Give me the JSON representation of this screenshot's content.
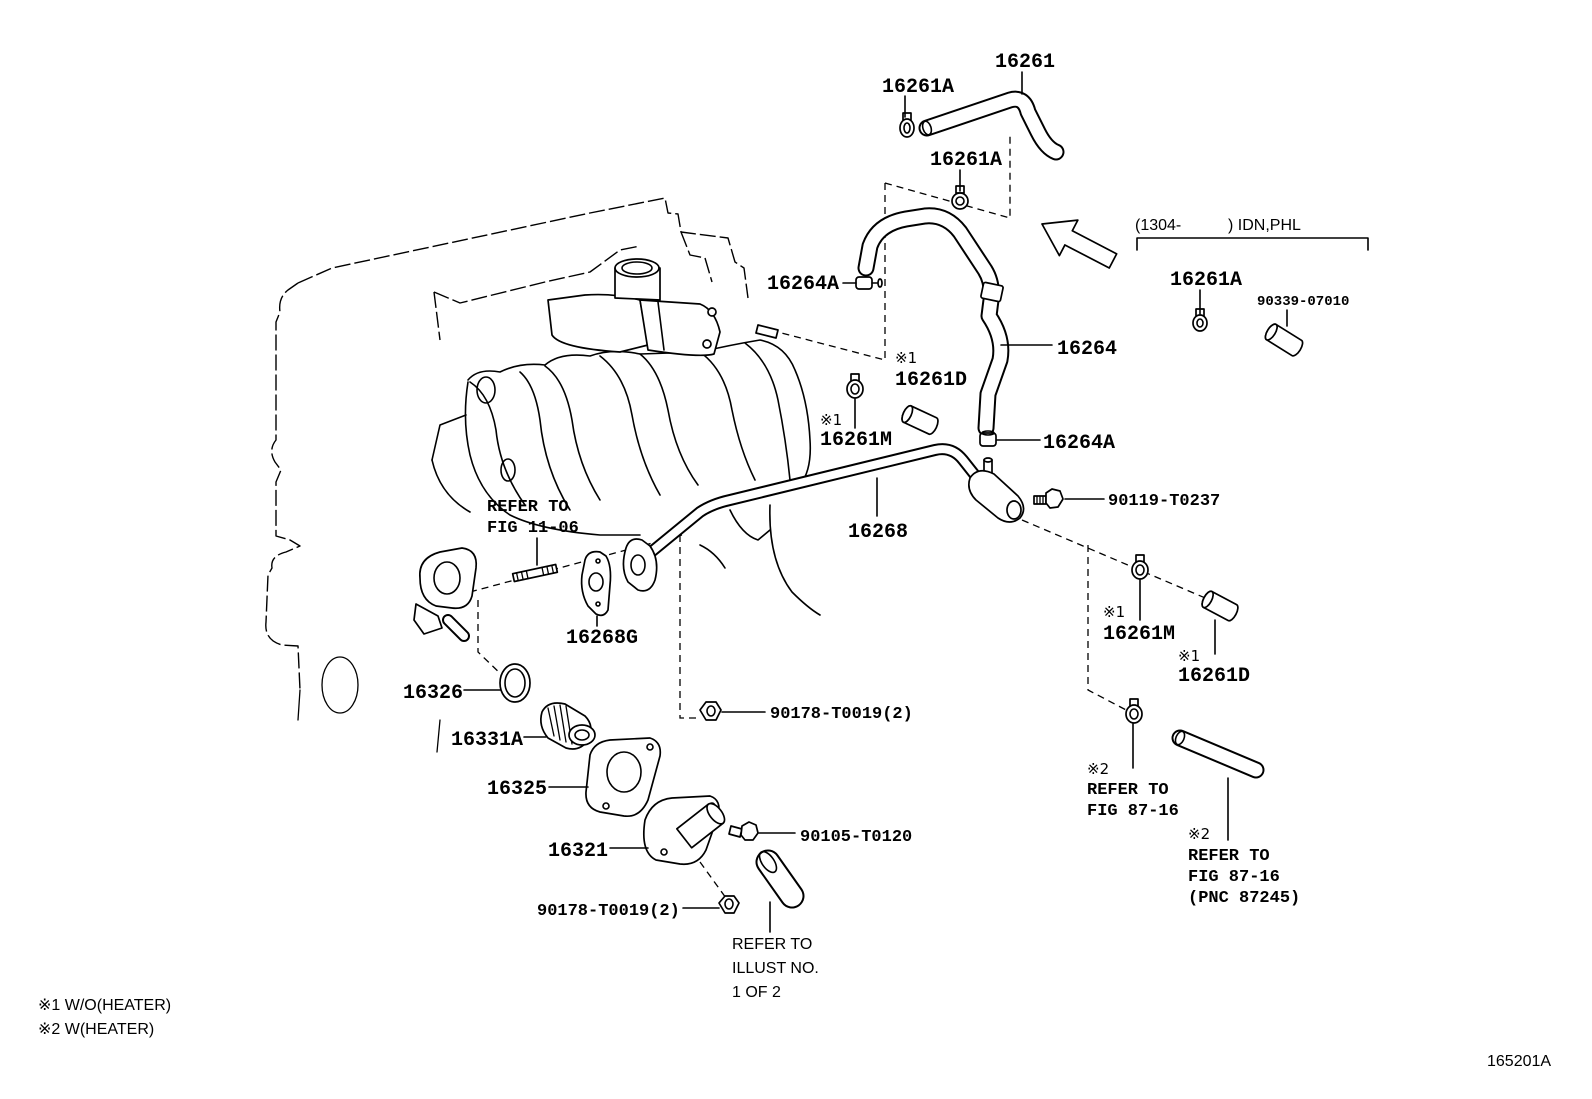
{
  "callouts": {
    "bypass_hose": "16261",
    "hose_clamp_a": "16261A",
    "hose_clamp_b": "16261A",
    "union_upper": "16264A",
    "water_hose": "16264",
    "cap_upper_mark": "※1",
    "cap_upper": "16261D",
    "clamp_m_upper_mark": "※1",
    "clamp_m_upper": "16261M",
    "union_lower": "16264A",
    "outlet_bolt": "90119-T0237",
    "stud_refer": "REFER TO",
    "stud_fig": "FIG 11-06",
    "water_pipe": "16268",
    "pipe_gasket": "16268G",
    "clamp_m_lower_mark": "※1",
    "clamp_m_lower": "16261M",
    "cap_lower_mark": "※1",
    "cap_lower": "16261D",
    "thermostat_ring": "16326",
    "pipe_nut": "90178-T0019(2)",
    "thermostat": "16331A",
    "heater_clamp_mark": "※2",
    "heater_clamp_refer": "REFER TO",
    "heater_clamp_fig": "FIG 87-16",
    "inlet_gasket": "16325",
    "heater_hose_mark": "※2",
    "heater_hose_refer": "REFER TO",
    "heater_hose_fig": "FIG 87-16",
    "heater_hose_pnc": "(PNC 87245)",
    "water_inlet": "16321",
    "inlet_bolt": "90105-T0120",
    "inlet_nut": "90178-T0019(2)"
  },
  "inset": {
    "code_open": "(1304-",
    "code_close": ") IDN,PHL",
    "clamp": "16261A",
    "sleeve": "90339-07010"
  },
  "radiator_hose_note": [
    "REFER TO",
    "ILLUST NO.",
    "1 OF 2"
  ],
  "legend": [
    "※1 W/O(HEATER)",
    "※2 W(HEATER)"
  ],
  "figure_id": "165201A"
}
